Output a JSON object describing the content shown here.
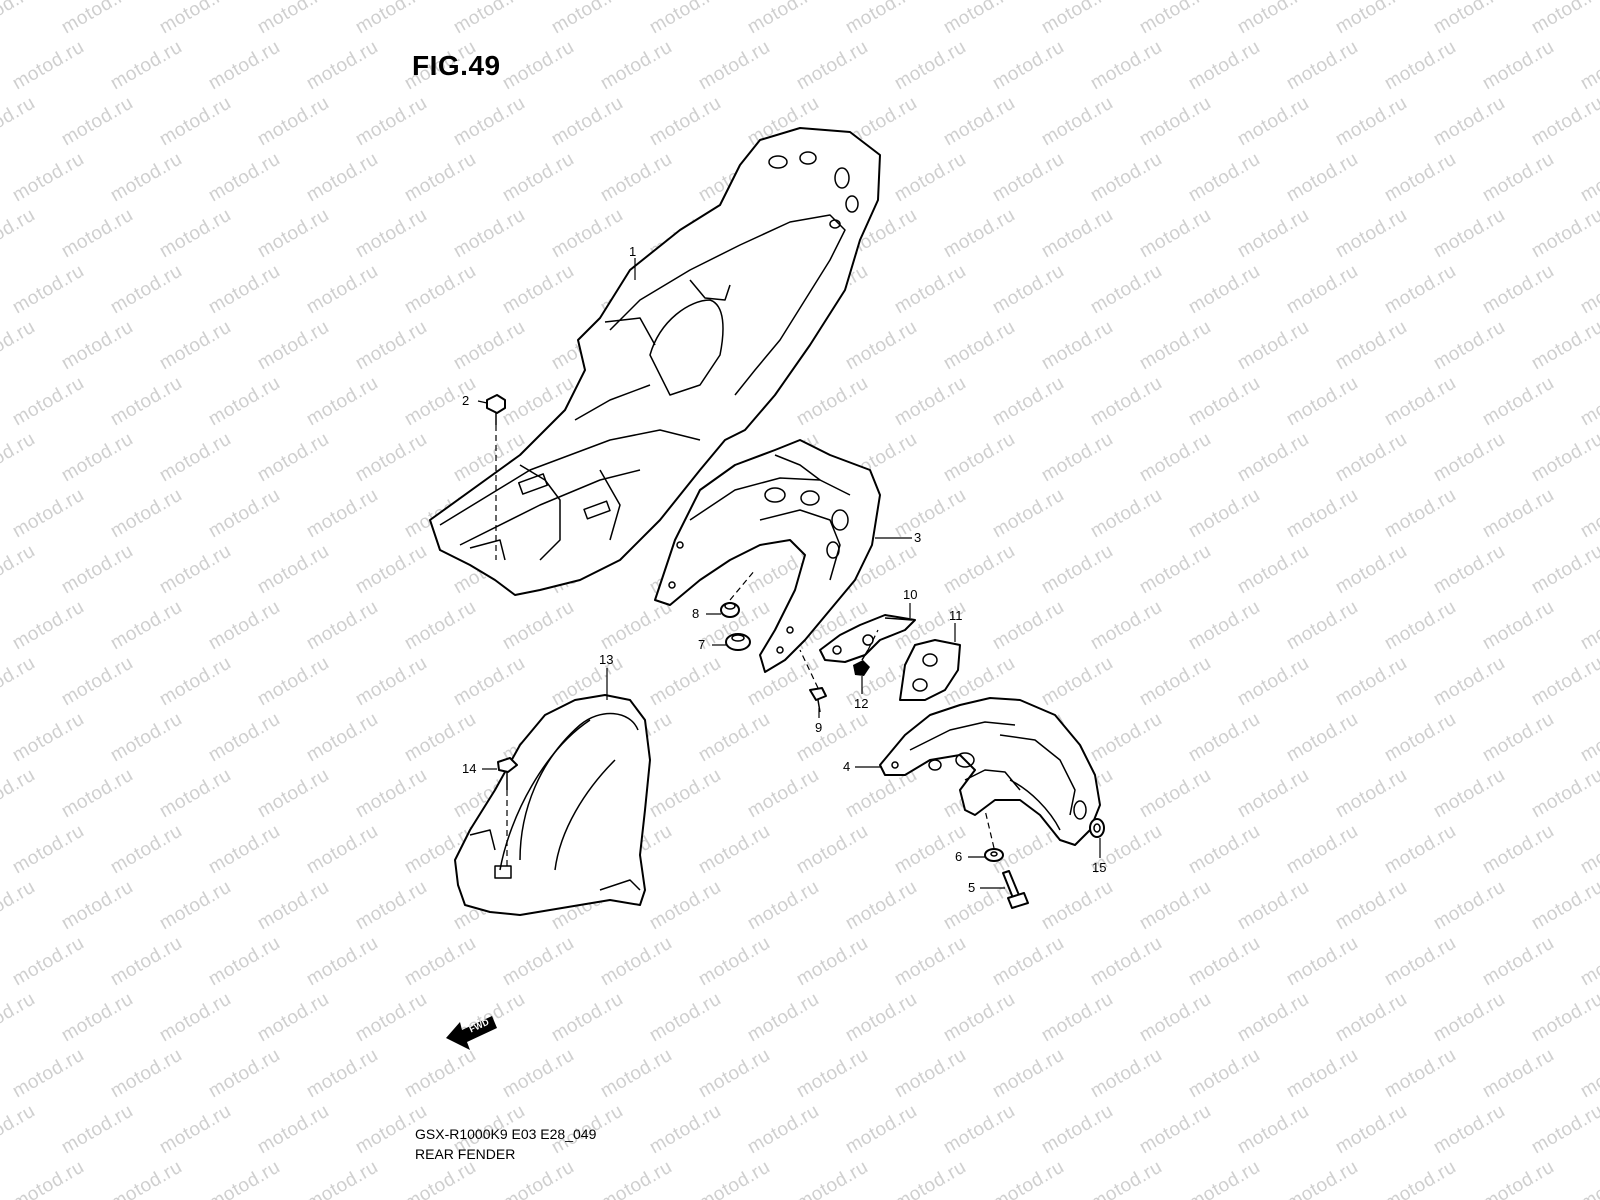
{
  "figure": {
    "title": "FIG.49",
    "model_code": "GSX-R1000K9 E03 E28_049",
    "name": "REAR FENDER"
  },
  "watermark": {
    "text": "motod.ru"
  },
  "arrow": {
    "label": "FWD"
  },
  "callouts": [
    {
      "number": "1"
    },
    {
      "number": "2"
    },
    {
      "number": "3"
    },
    {
      "number": "4"
    },
    {
      "number": "5"
    },
    {
      "number": "6"
    },
    {
      "number": "7"
    },
    {
      "number": "8"
    },
    {
      "number": "9"
    },
    {
      "number": "10"
    },
    {
      "number": "11"
    },
    {
      "number": "12"
    },
    {
      "number": "13"
    },
    {
      "number": "14"
    },
    {
      "number": "15"
    }
  ]
}
